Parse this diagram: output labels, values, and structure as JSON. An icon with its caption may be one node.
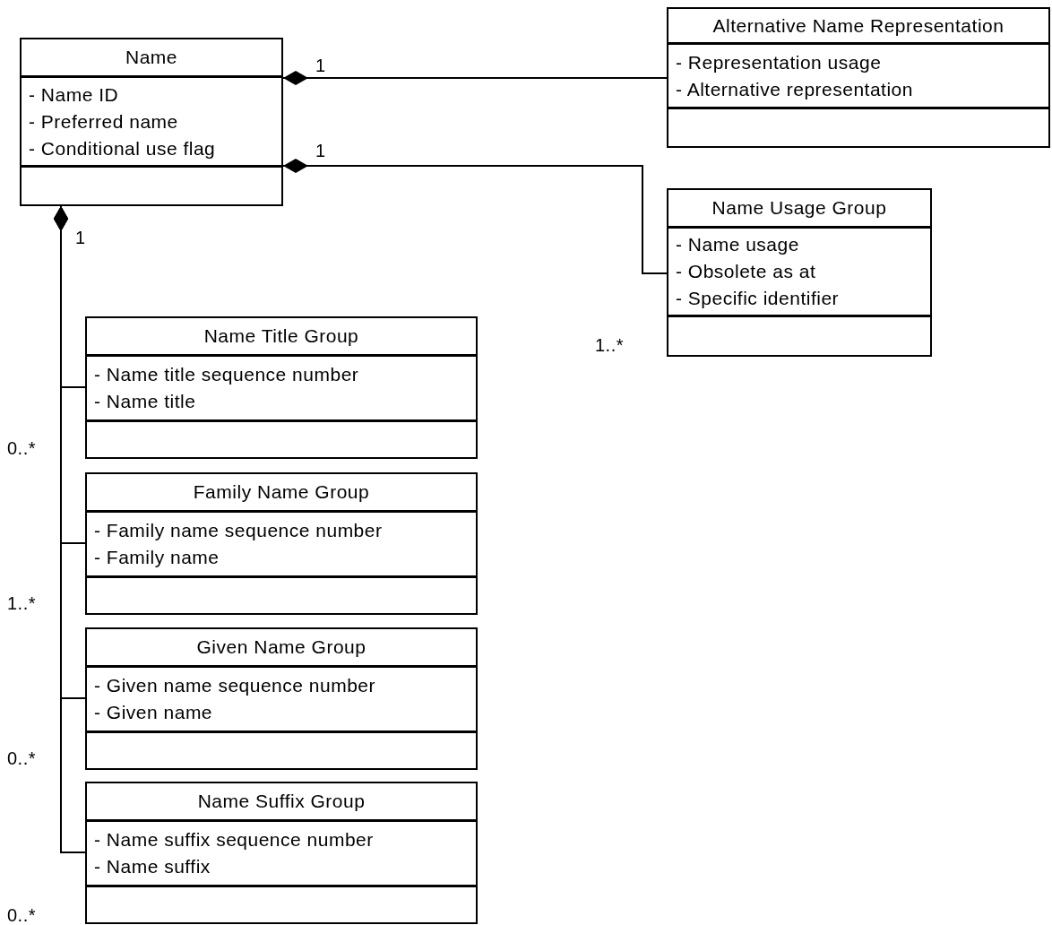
{
  "diagram": {
    "nodes": [
      {
        "text": [
          "Name",
          "- Name ID",
          "- Preferred name",
          "- Conditional use flag"
        ]
      },
      {
        "text": [
          "Alternative Name Representation",
          "- Representation usage",
          "- Alternative representation"
        ]
      },
      {
        "text": [
          "Name Usage Group",
          "- Name usage",
          "- Obsolete as at",
          "- Specific identifier"
        ]
      },
      {
        "text": [
          "Name Title Group",
          "- Name title sequence number",
          "- Name title"
        ]
      },
      {
        "text": [
          "Family Name Group",
          "- Family name sequence number",
          "- Family name"
        ]
      },
      {
        "text": [
          "Given Name Group",
          "- Given name sequence number",
          "- Given name"
        ]
      },
      {
        "text": [
          "Name Suffix Group",
          "- Name suffix sequence number",
          "- Name suffix"
        ]
      }
    ],
    "edges": [
      {
        "from": 0,
        "to": 1,
        "arrow": "other"
      },
      {
        "from": 0,
        "to": 2,
        "arrow": "other"
      },
      {
        "from": 0,
        "to": 3,
        "arrow": "other"
      },
      {
        "from": 0,
        "to": 4,
        "arrow": "other"
      },
      {
        "from": 0,
        "to": 5,
        "arrow": "other"
      },
      {
        "from": 0,
        "to": 6,
        "arrow": "other"
      }
    ],
    "labels": [
      "1",
      "1",
      "1",
      "1..*",
      "0..*",
      "1..*",
      "0..*",
      "0..*"
    ]
  }
}
